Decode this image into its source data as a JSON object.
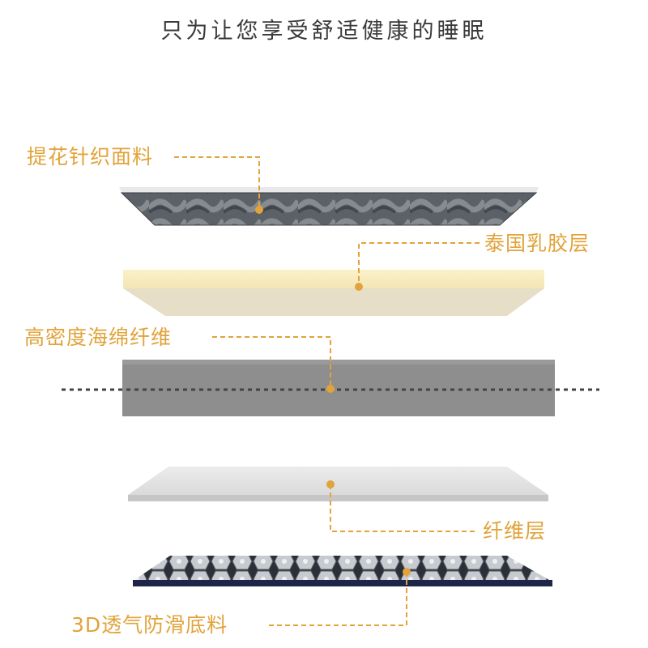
{
  "title": "只为让您享受舒适健康的睡眠",
  "layers": [
    {
      "name": "knit-fabric",
      "label": "提花针织面料"
    },
    {
      "name": "latex",
      "label": "泰国乳胶层"
    },
    {
      "name": "foam",
      "label": "高密度海绵纤维"
    },
    {
      "name": "fiber",
      "label": "纤维层"
    },
    {
      "name": "base",
      "label": "3D透气防滑底料"
    }
  ],
  "colors": {
    "accent": "#e1a33a",
    "title": "#3a3a3a",
    "latex_top": "#f8edc4",
    "latex_front": "#e6dec6",
    "foam": "#8e8e8e",
    "fiber": "#e3e3e3",
    "base_edge": "#1d2548",
    "dotted_line": "#444444"
  }
}
